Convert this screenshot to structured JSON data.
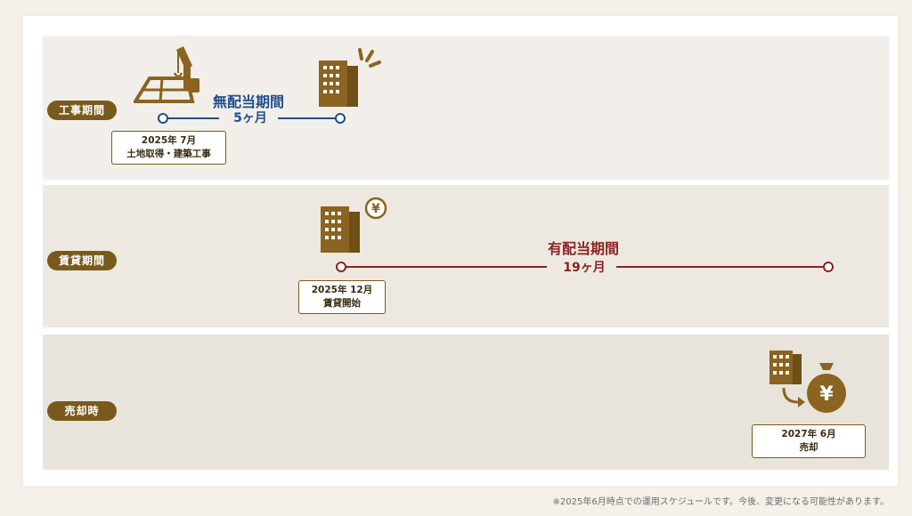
{
  "rows": [
    {
      "label": "工事期間"
    },
    {
      "label": "賃貸期間"
    },
    {
      "label": "売却時"
    }
  ],
  "milestones": [
    {
      "date": "2025年 7月",
      "event": "土地取得・建築工事"
    },
    {
      "date": "2025年 12月",
      "event": "賃貸開始"
    },
    {
      "date": "2027年 6月",
      "event": "売却"
    }
  ],
  "periods": [
    {
      "title": "無配当期間",
      "duration": "5ヶ月",
      "color": "#1f4e8c"
    },
    {
      "title": "有配当期間",
      "duration": "19ヶ月",
      "color": "#8c2222"
    }
  ],
  "icons": [
    "construction-crane-icon",
    "building-icon",
    "building-yen-icon",
    "building-to-money-bag-icon",
    "yen-money-bag-icon"
  ],
  "colors": {
    "brand": "#7a5a1c",
    "blue": "#1f4e8c",
    "red": "#8c2222"
  },
  "footnote": "※2025年6月時点での運用スケジュールです。今後、変更になる可能性があります。"
}
